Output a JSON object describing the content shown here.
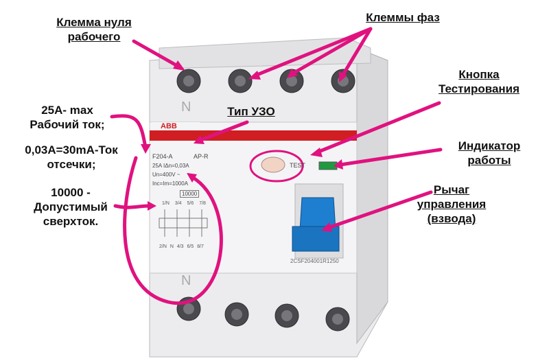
{
  "labels": {
    "neutral_terminal": [
      "Клемма нуля",
      "рабочего"
    ],
    "phase_terminals": "Клеммы фаз",
    "test_button": [
      "Кнопка",
      "Тестирования"
    ],
    "rcd_type": "Тип УЗО",
    "indicator": [
      "Индикатор",
      "работы"
    ],
    "lever": [
      "Рычаг",
      "управления",
      "(взвода)"
    ],
    "rated_current": [
      "25А- max",
      "Рабочий ток;"
    ],
    "trip_current": [
      "0,03А=30mA-Ток",
      "отсечки;"
    ],
    "short_circuit": [
      "10000 -",
      "Допустимый",
      "сверхток."
    ]
  },
  "device": {
    "brand": "ABB",
    "model": "F204-A",
    "type_code": "AP-R",
    "rating_line": "25A   IΔn=0,03A",
    "voltage_line": "Un=400V ~",
    "inc_line": "Inc=Im=1000A",
    "test_label": "TEST",
    "neutral_mark_top": "N",
    "neutral_mark_bottom": "N",
    "terminals_bottom": "2/N  N   4/3   6/5   8/7",
    "terminals_top": "1/N  3/4  5/6  7/8",
    "short_rating": "10000",
    "part_number": "2CSF204001R1250"
  },
  "colors": {
    "arrow": "#e0127f",
    "brand_band": "#d01e22",
    "lever": "#1e7fd0",
    "indicator": "#1f9a3f"
  }
}
